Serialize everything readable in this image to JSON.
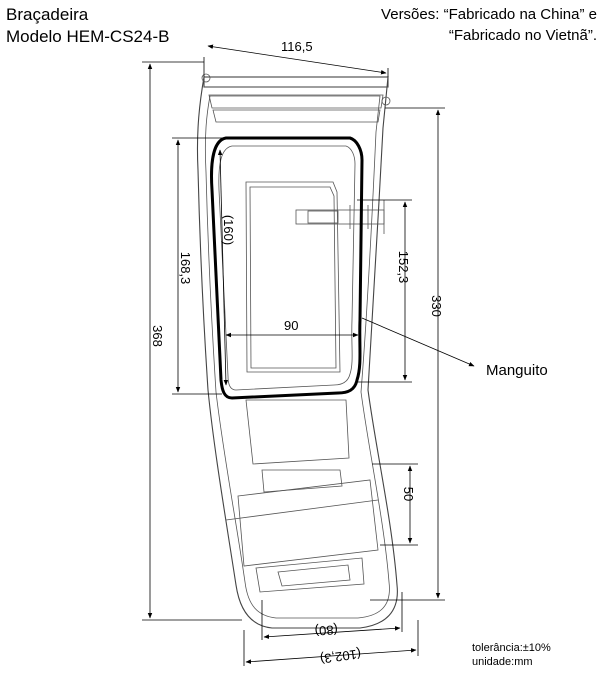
{
  "header": {
    "title_line1": "Braçadeira",
    "title_line2": "Modelo HEM-CS24-B",
    "versions_line1": "Versões: “Fabricado na China” e",
    "versions_line2": "“Fabricado no Vietnã”."
  },
  "dimensions": {
    "top_width": "116,5",
    "total_height": "368",
    "inner_height": "330",
    "bladder_height": "168,3",
    "circle_ref": "(160)",
    "right_height": "152,3",
    "bladder_width": "90",
    "strap_width": "50",
    "bottom_width": "(80)",
    "bottom_total_width": "(102,3)"
  },
  "callout": {
    "label": "Manguito"
  },
  "footer": {
    "tolerance": "tolerância:±10%",
    "unit": "unidade:mm"
  }
}
